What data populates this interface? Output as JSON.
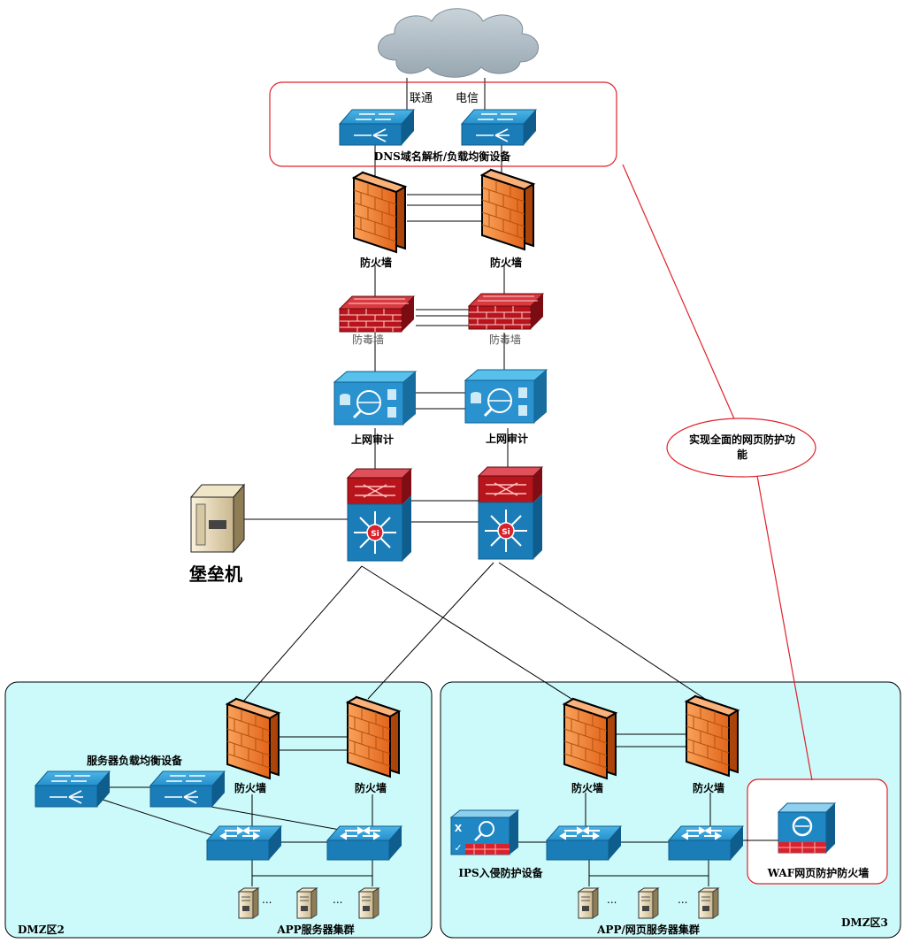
{
  "top": {
    "isp_labels": [
      "联通",
      "电信"
    ],
    "dns_label": "DNS域名解析/负载均衡设备"
  },
  "core": {
    "firewall_label": "防火墙",
    "antivirus_label": "防毒墙",
    "audit_label": "上网审计",
    "bastion_label": "堡垒机"
  },
  "callout": {
    "text_line1": "实现全面的网页防护功",
    "text_line2": "能"
  },
  "dmz2": {
    "zone_label": "DMZ区2",
    "lb_label": "服务器负载均衡设备",
    "firewall_label": "防火墙",
    "cluster_label": "APP服务器集群",
    "ellipsis": "..."
  },
  "dmz3": {
    "zone_label": "DMZ区3",
    "firewall_label": "防火墙",
    "ips_label": "IPS入侵防护设备",
    "waf_label": "WAF网页防护防火墙",
    "cluster_label": "APP/网页服务器集群",
    "ellipsis": "..."
  },
  "colors": {
    "zone_fill": "#ccfafa",
    "callout_stroke": "#e0202a",
    "switch_blue": "#1a7db8",
    "firewall_orange": "#f07a22",
    "antivirus_red": "#b8141c"
  }
}
